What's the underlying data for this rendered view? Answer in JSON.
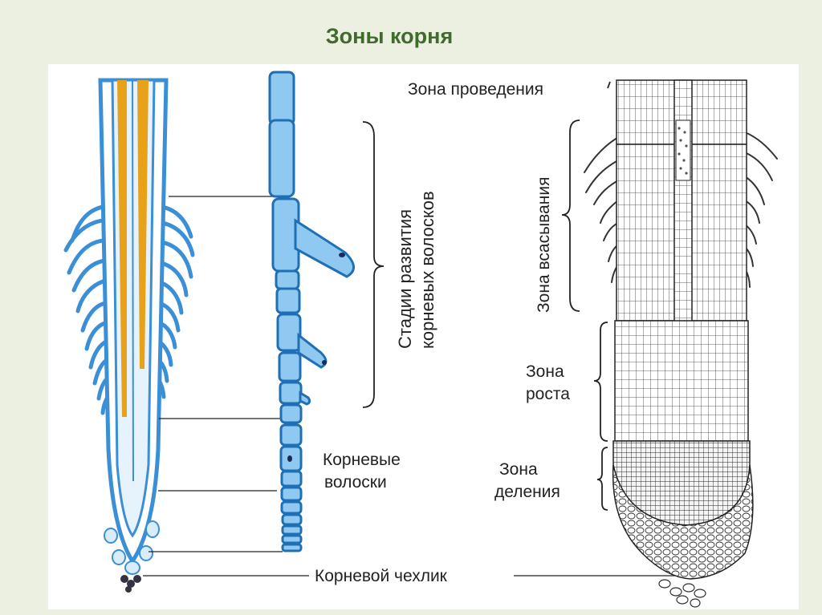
{
  "slide": {
    "title": "Зоны корня"
  },
  "diagram": {
    "labels": {
      "stages": [
        "Стадии развития",
        "корневых волосков"
      ],
      "root_hairs": [
        "Корневые",
        "волоски"
      ],
      "root_cap": "Корневой чехлик",
      "conduction_zone": "Зона проведения",
      "absorption_zone": "Зона всасывания",
      "growth_zone": [
        "Зона",
        "роста"
      ],
      "division_zone": [
        "Зона",
        "деления"
      ]
    },
    "colors": {
      "root_blue": "#3a8fd6",
      "root_light": "#bfe0f7",
      "vascular_orange": "#e8a21a",
      "background": "#ecf0e0",
      "title_green": "#3f6b2d"
    }
  }
}
